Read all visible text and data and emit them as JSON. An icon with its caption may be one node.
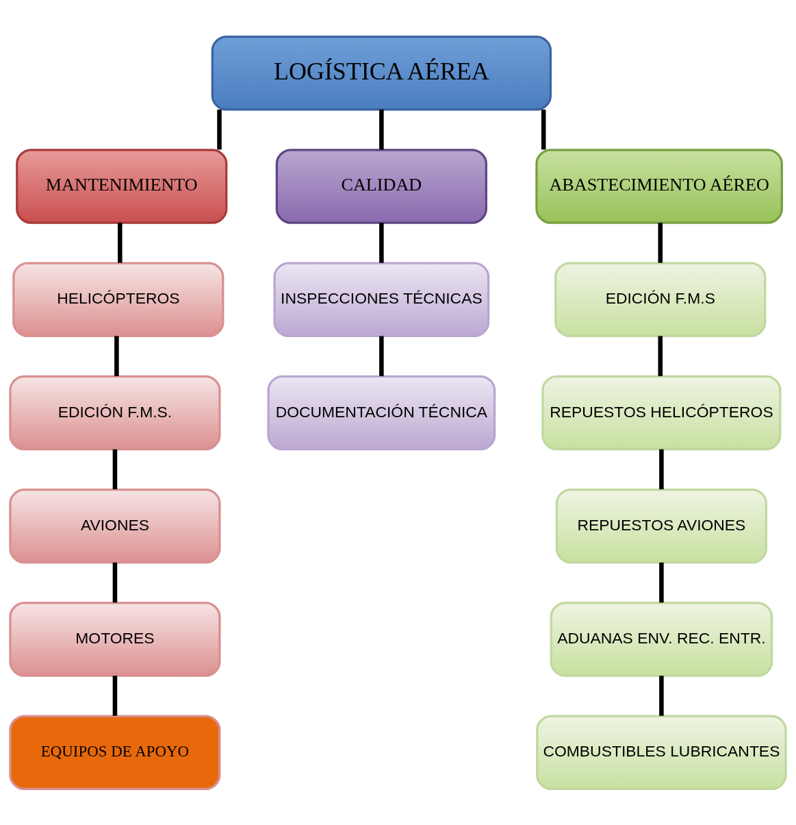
{
  "diagram": {
    "nodes": [
      {
        "text": [
          "LOGÍSTICA AÉREA"
        ]
      },
      {
        "text": [
          "MANTENIMIENTO"
        ]
      },
      {
        "text": [
          "CALIDAD"
        ]
      },
      {
        "text": [
          "ABASTECIMIENTO AÉREO"
        ]
      },
      {
        "text": [
          "HELICÓPTEROS"
        ]
      },
      {
        "text": [
          "EDICIÓN F.M.S."
        ]
      },
      {
        "text": [
          "AVIONES"
        ]
      },
      {
        "text": [
          "MOTORES"
        ]
      },
      {
        "text": [
          "EQUIPOS DE APOYO"
        ]
      },
      {
        "text": [
          "INSPECCIONES TÉCNICAS"
        ]
      },
      {
        "text": [
          "DOCUMENTACIÓN TÉCNICA"
        ]
      },
      {
        "text": [
          "EDICIÓN F.M.S"
        ]
      },
      {
        "text": [
          "REPUESTOS HELICÓPTEROS"
        ]
      },
      {
        "text": [
          "REPUESTOS AVIONES"
        ]
      },
      {
        "text": [
          "ADUANAS ENV. REC. ENTR."
        ]
      },
      {
        "text": [
          "COMBUSTIBLES LUBRICANTES"
        ]
      }
    ],
    "edges": [
      {
        "from": 0,
        "to": 1,
        "arrow": "none"
      },
      {
        "from": 0,
        "to": 2,
        "arrow": "none"
      },
      {
        "from": 0,
        "to": 3,
        "arrow": "none"
      },
      {
        "from": 1,
        "to": 4,
        "arrow": "none"
      },
      {
        "from": 4,
        "to": 5,
        "arrow": "none"
      },
      {
        "from": 5,
        "to": 6,
        "arrow": "none"
      },
      {
        "from": 6,
        "to": 7,
        "arrow": "none"
      },
      {
        "from": 7,
        "to": 8,
        "arrow": "none"
      },
      {
        "from": 2,
        "to": 9,
        "arrow": "none"
      },
      {
        "from": 9,
        "to": 10,
        "arrow": "none"
      },
      {
        "from": 3,
        "to": 11,
        "arrow": "none"
      },
      {
        "from": 11,
        "to": 12,
        "arrow": "none"
      },
      {
        "from": 12,
        "to": 13,
        "arrow": "none"
      },
      {
        "from": 13,
        "to": 14,
        "arrow": "none"
      },
      {
        "from": 14,
        "to": 15,
        "arrow": "none"
      }
    ]
  }
}
